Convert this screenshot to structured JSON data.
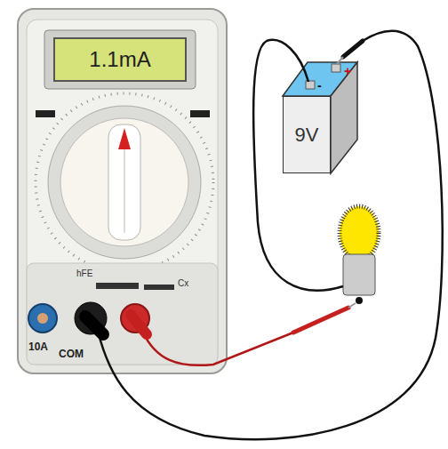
{
  "diagram": {
    "nodes": [
      {
        "text": [
          "1.1mA"
        ]
      },
      {
        "text": [
          "9V"
        ]
      }
    ],
    "labels": [
      "+",
      "-",
      "hFE",
      "Cx",
      "10A",
      "COM"
    ]
  }
}
